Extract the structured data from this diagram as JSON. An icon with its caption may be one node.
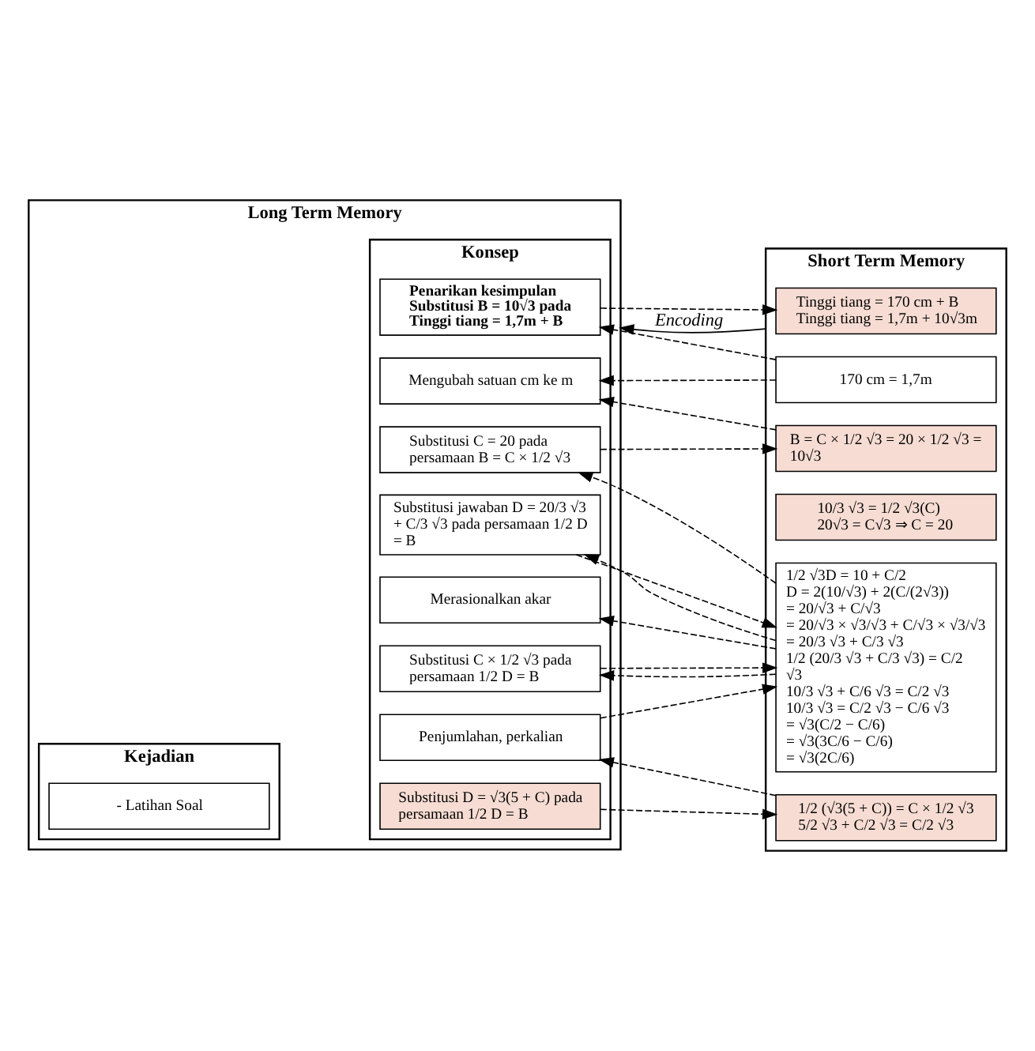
{
  "diagram": {
    "nodes": [
      {
        "text": [
          "Long Term Memory"
        ]
      },
      {
        "text": [
          "Kejadian"
        ],
        "in": 0
      },
      {
        "text": [
          "- Latihan Soal"
        ],
        "in": 1
      },
      {
        "text": [
          "Konsep"
        ],
        "in": 0
      },
      {
        "text": [
          "Substitusi D = √3(5 + C) pada persamaan 1/2 D = B"
        ],
        "in": 3
      },
      {
        "text": [
          "Penjumlahan, perkalian"
        ],
        "in": 3
      },
      {
        "text": [
          "Substitusi C × 1/2 √3 pada persamaan 1/2 D = B"
        ],
        "in": 3
      },
      {
        "text": [
          "Merasionalkan akar"
        ],
        "in": 3
      },
      {
        "text": [
          "Substitusi jawaban D = 20/3 √3 + C/3 √3 pada persamaan 1/2 D = B"
        ],
        "in": 3
      },
      {
        "text": [
          "Substitusi C = 20 pada persamaan B = C × 1/2 √3"
        ],
        "in": 3
      },
      {
        "text": [
          "Mengubah satuan cm ke m"
        ],
        "in": 3
      },
      {
        "text": [
          "Penarikan kesimpulan",
          "Substitusi B = 10√3 pada",
          "Tinggi tiang = 1,7m + B"
        ],
        "in": 3
      },
      {
        "text": [
          "Short Term Memory"
        ]
      },
      {
        "text": [
          "1/2 (√3(5 + C)) = C × 1/2 √3",
          "5/2 √3 + C/2 √3 = C/2 √3"
        ],
        "in": 12
      },
      {
        "text": [
          "1/2 √3D = 10 + C/2",
          "D = 2(10/√3) + 2(C/(2√3))",
          "= 20/√3 + C/√3",
          "= 20/√3 × √3/√3 + C/√3 × √3/√3",
          "= 20/3 √3 + C/3 √3",
          "1/2 (20/3 √3 + C/3 √3) = C/2 √3",
          "10/3 √3 + C/6 √3 = C/2 √3",
          "10/3 √3 = C/2 √3 − C/6 √3",
          "= √3(C/2 − C/6)",
          "= √3(3C/6 − C/6)",
          "= √3(2C/6)"
        ],
        "in": 12
      },
      {
        "text": [
          "10/3 √3 = 1/2 √3(C)",
          "20√3 = C√3 ⇒ C = 20"
        ],
        "in": 12
      },
      {
        "text": [
          "B = C × 1/2 √3 = 20 × 1/2 √3 = 10√3"
        ],
        "in": 12
      },
      {
        "text": [
          "170 cm = 1,7m"
        ],
        "in": 12
      },
      {
        "text": [
          "Tinggi tiang = 170 cm + B",
          "Tinggi tiang = 1,7m + 10√3m"
        ],
        "in": 12
      }
    ],
    "edges": [
      {
        "from": 4,
        "to": 13,
        "arrow": "to",
        "style": "dashed"
      },
      {
        "from": 13,
        "to": 5,
        "arrow": "to",
        "style": "dashed"
      },
      {
        "from": 5,
        "to": 14,
        "arrow": "to",
        "style": "dashed"
      },
      {
        "from": 14,
        "to": 6,
        "arrow": "to",
        "style": "dashed"
      },
      {
        "from": 6,
        "to": 14,
        "arrow": "to",
        "style": "dashed"
      },
      {
        "from": 14,
        "to": 7,
        "arrow": "to",
        "style": "dashed"
      },
      {
        "from": 14,
        "to": 8,
        "arrow": "to",
        "style": "dashed"
      },
      {
        "from": 8,
        "to": 14,
        "arrow": "to",
        "style": "dashed"
      },
      {
        "from": 14,
        "to": 9,
        "arrow": "to",
        "style": "dashed"
      },
      {
        "from": 9,
        "to": 16,
        "arrow": "to",
        "style": "dashed"
      },
      {
        "from": 16,
        "to": 10,
        "arrow": "to",
        "style": "dashed"
      },
      {
        "from": 17,
        "to": 10,
        "arrow": "to",
        "style": "dashed"
      },
      {
        "from": 17,
        "to": 11,
        "arrow": "to",
        "style": "dashed"
      },
      {
        "from": 11,
        "to": 18,
        "arrow": "to",
        "style": "dashed"
      },
      {
        "from": 12,
        "to": 0,
        "arrow": "to",
        "label": "Encoding"
      }
    ]
  }
}
